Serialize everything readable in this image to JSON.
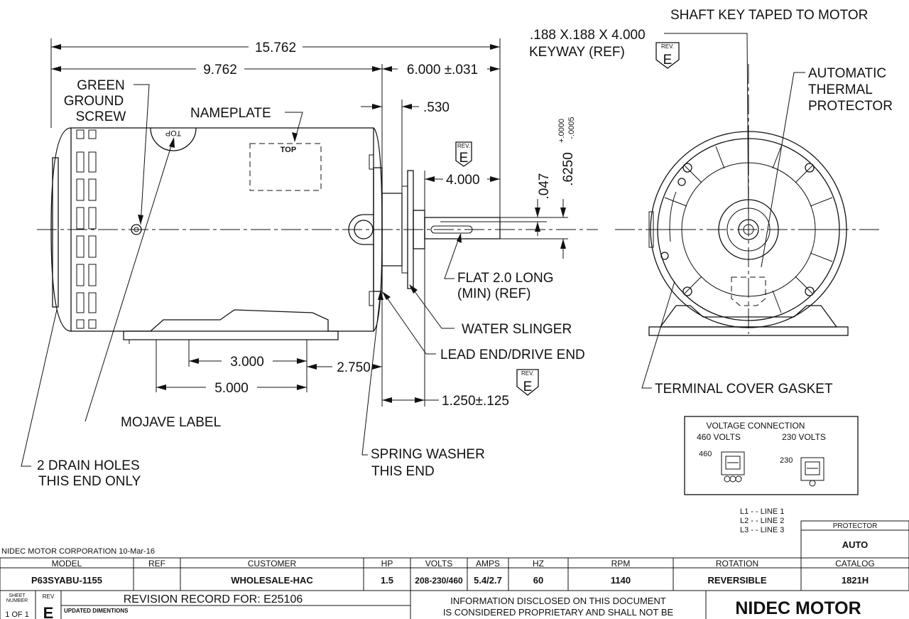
{
  "dimensions": {
    "overall_length": "15.762",
    "body_length": "9.762",
    "shaft_extension": "6.000 ±.031",
    "shoulder_offset": ".530",
    "shaft_length": "4.000",
    "key_flat_depth": ".047",
    "shaft_diameter": ".6250",
    "shaft_diameter_tol_plus": "+.0000",
    "shaft_diameter_tol_minus": "-.0005",
    "foot_hole_spacing_a": "3.000",
    "foot_hole_spacing_b": "5.000",
    "foot_to_end": "2.750",
    "slinger_distance": "1.250±.125"
  },
  "callouts": {
    "shaft_key": "SHAFT KEY TAPED TO MOTOR",
    "keyway_line1": ".188 X.188 X 4.000",
    "keyway_line2": "KEYWAY (REF)",
    "thermal_line1": "AUTOMATIC",
    "thermal_line2": "THERMAL",
    "thermal_line3": "PROTECTOR",
    "ground_line1": "GREEN",
    "ground_line2": "GROUND",
    "ground_line3": "SCREW",
    "nameplate": "NAMEPLATE",
    "nameplate_top": "TOP",
    "lead_top_mark": "TOP",
    "flat_line1": "FLAT 2.0 LONG",
    "flat_line2": "(MIN) (REF)",
    "water_slinger": "WATER SLINGER",
    "lead_end": "LEAD END/DRIVE END",
    "terminal_gasket": "TERMINAL COVER GASKET",
    "mojave_label": "MOJAVE LABEL",
    "drain_line1": "2 DRAIN HOLES",
    "drain_line2": "THIS END ONLY",
    "spring_line1": "SPRING WASHER",
    "spring_line2": "THIS END"
  },
  "rev_badge": {
    "rev": "REV.",
    "letter": "E"
  },
  "voltage_connection": {
    "title": "VOLTAGE CONNECTION",
    "high_label": "460 VOLTS",
    "low_label": "230 VOLTS",
    "high_tag": "460",
    "low_tag": "230"
  },
  "legend": [
    "L1 - - LINE 1",
    "L2 - - LINE 2",
    "L3 - - LINE 3"
  ],
  "title_block": {
    "company_date": "NIDEC MOTOR CORPORATION 10-Mar-16",
    "headers": [
      "MODEL",
      "REF",
      "CUSTOMER",
      "HP",
      "VOLTS",
      "AMPS",
      "HZ",
      "RPM",
      "ROTATION",
      "CATALOG"
    ],
    "values": [
      "P63SYABU-1155",
      "",
      "WHOLESALE-HAC",
      "1.5",
      "208-230/460",
      "5.4/2.7",
      "60",
      "1140",
      "REVERSIBLE",
      "1821H"
    ],
    "protector_label": "PROTECTOR",
    "protector_value": "AUTO",
    "sheet_label_1": "SHEET",
    "sheet_label_2": "NUMBER",
    "sheet_value": "1 OF 1",
    "rev_label": "REV",
    "rev_value": "E",
    "revision_record": "REVISION RECORD FOR: E25106",
    "revision_note": "UPDATED DIMENTIONS",
    "disclaimer_line1": "INFORMATION DISCLOSED ON THIS DOCUMENT",
    "disclaimer_line2": "IS CONSIDERED PROPRIETARY AND SHALL NOT BE",
    "brand": "NIDEC MOTOR"
  }
}
